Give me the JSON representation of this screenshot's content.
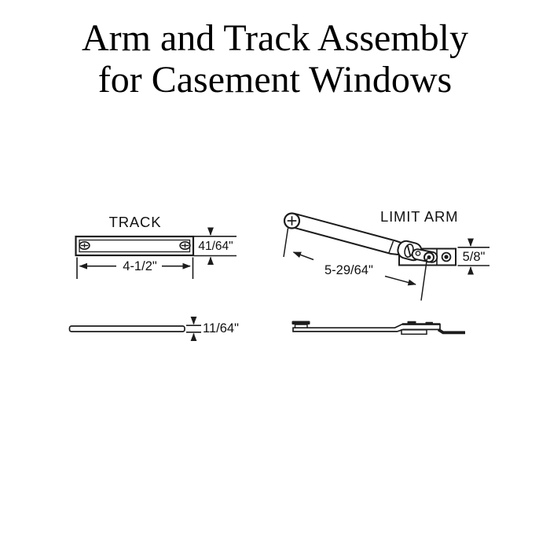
{
  "title": {
    "line1": "Arm and Track Assembly",
    "line2": "for Casement Windows"
  },
  "track": {
    "label": "TRACK",
    "length": "4-1/2\"",
    "height": "41/64\"",
    "thickness": "11/64\""
  },
  "limit_arm": {
    "label": "LIMIT ARM",
    "length": "5-29/64\"",
    "height": "5/8\""
  },
  "colors": {
    "background": "#ffffff",
    "line": "#1c1c1c",
    "text": "#000000"
  }
}
